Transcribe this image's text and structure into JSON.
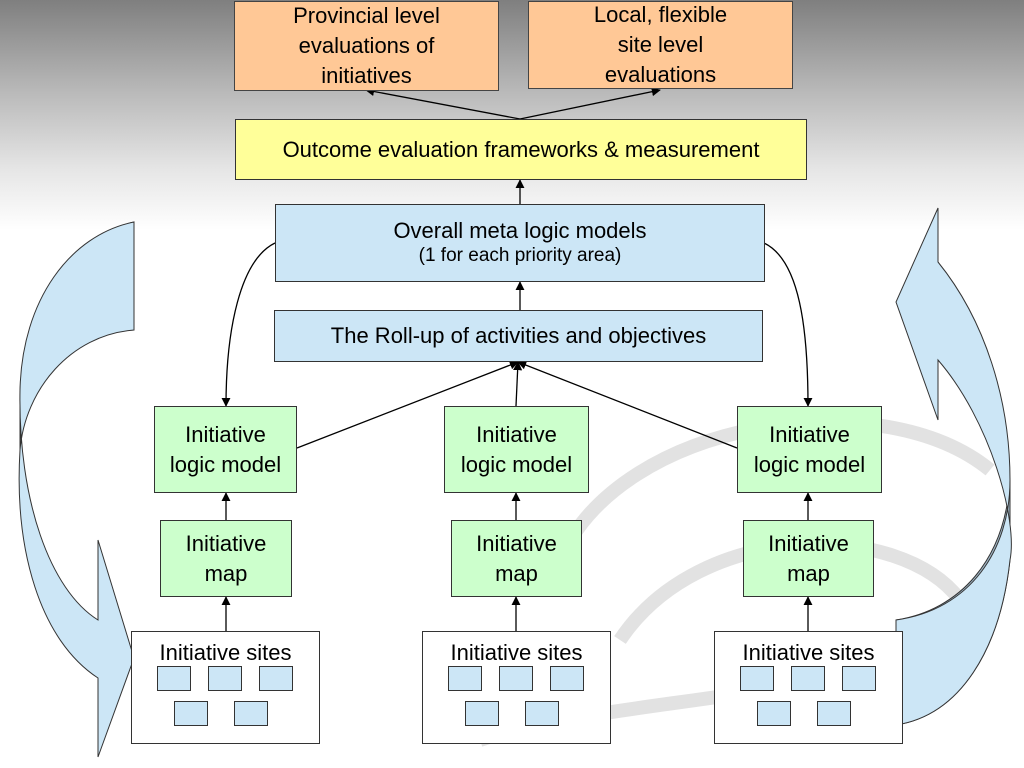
{
  "top": {
    "provincial": [
      "Provincial level",
      "evaluations of",
      "initiatives"
    ],
    "local": [
      "Local, flexible",
      "site level",
      "evaluations"
    ]
  },
  "outcome": "Outcome evaluation frameworks & measurement",
  "meta": {
    "title": "Overall meta logic models",
    "subtitle": "(1 for each priority area)"
  },
  "rollup": "The Roll-up of activities and objectives",
  "columns": [
    {
      "logic_model": [
        "Initiative",
        "logic model"
      ],
      "map": [
        "Initiative",
        "map"
      ],
      "sites": "Initiative sites"
    },
    {
      "logic_model": [
        "Initiative",
        "logic model"
      ],
      "map": [
        "Initiative",
        "map"
      ],
      "sites": "Initiative sites"
    },
    {
      "logic_model": [
        "Initiative",
        "logic model"
      ],
      "map": [
        "Initiative",
        "map"
      ],
      "sites": "Initiative sites"
    }
  ],
  "colors": {
    "orange_box": "#ffc896",
    "yellow_box": "#ffff99",
    "blue_box": "#cce6f6",
    "green_box": "#ccffcc",
    "curved_arrow_light": "#cce6f6",
    "curved_arrow_dark": "#9fb5c5"
  }
}
